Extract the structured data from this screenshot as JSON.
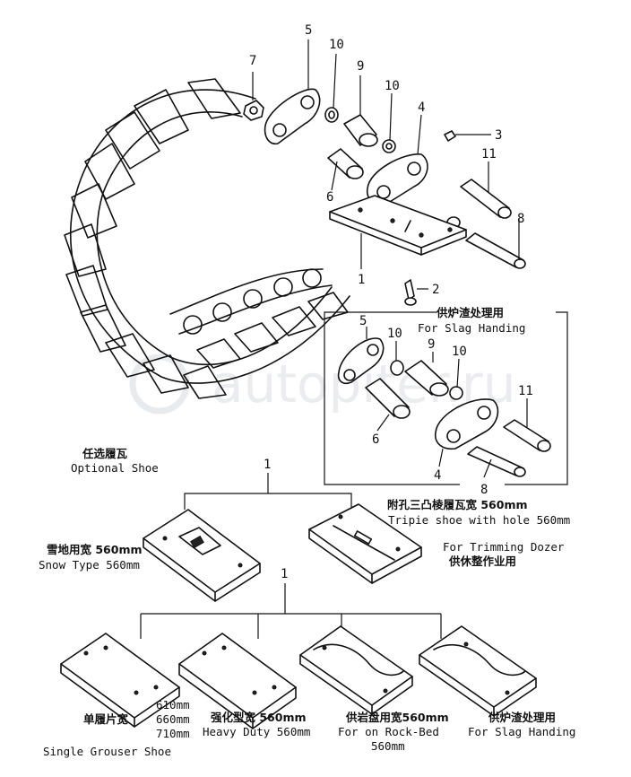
{
  "watermark": "autopiter.ru",
  "callouts": {
    "c1": "1",
    "c2": "2",
    "c3": "3",
    "c4": "4",
    "c5": "5",
    "c6": "6",
    "c7": "7",
    "c8": "8",
    "c9": "9",
    "c10": "10",
    "c11": "11"
  },
  "slag_box": {
    "title_zh": "供炉渣处理用",
    "title_en": "For Slag Handing"
  },
  "optional_shoe": {
    "zh": "任选履瓦",
    "en": "Optional Shoe"
  },
  "tripie": {
    "zh": "附孔三凸棱履瓦宽 560mm",
    "en": "Tripie shoe with hole 560mm"
  },
  "snow": {
    "zh": "雪地用宽 560mm",
    "en": "Snow Type 560mm"
  },
  "trimming": {
    "en": "For Trimming Dozer",
    "zh": "供休整作业用"
  },
  "single": {
    "zh": "单履片宽",
    "widths": [
      "610mm",
      "660mm",
      "710mm"
    ],
    "en": "Single Grouser Shoe"
  },
  "heavy": {
    "zh": "强化型宽 560mm",
    "en": "Heavy Duty 560mm"
  },
  "rock": {
    "zh": "供岩盘用宽560mm",
    "en": "For on Rock-Bed",
    "width": "560mm"
  },
  "slag2": {
    "zh": "供炉渣处理用",
    "en": "For Slag Handing"
  }
}
